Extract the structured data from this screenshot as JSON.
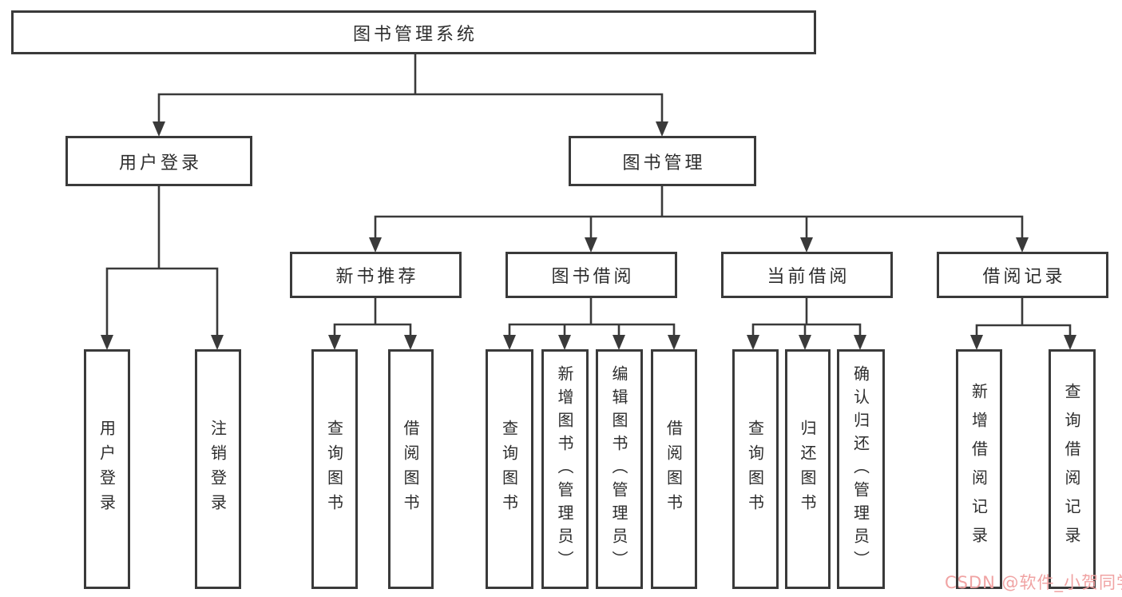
{
  "diagram": {
    "root": {
      "label": "图书管理系统"
    },
    "branches": [
      {
        "label": "用户登录",
        "children": [
          {
            "label": "用户登录"
          },
          {
            "label": "注销登录"
          }
        ]
      },
      {
        "label": "图书管理",
        "children": [
          {
            "label": "新书推荐",
            "children": [
              {
                "label": "查询图书"
              },
              {
                "label": "借阅图书"
              }
            ]
          },
          {
            "label": "图书借阅",
            "children": [
              {
                "label": "查询图书"
              },
              {
                "label": "新增图书（管理员）"
              },
              {
                "label": "编辑图书（管理员）"
              },
              {
                "label": "借阅图书"
              }
            ]
          },
          {
            "label": "当前借阅",
            "children": [
              {
                "label": "查询图书"
              },
              {
                "label": "归还图书"
              },
              {
                "label": "确认归还（管理员）"
              }
            ]
          },
          {
            "label": "借阅记录",
            "children": [
              {
                "label": "新增借阅记录"
              },
              {
                "label": "查询借阅记录"
              }
            ]
          }
        ]
      }
    ]
  },
  "watermark": {
    "text": "CSDN @软件_小贺同学",
    "color": "#f0a3a3"
  },
  "colors": {
    "line": "#3a3a3a",
    "box_border": "#3a3a3a",
    "text": "#2d2d2d",
    "background": "#ffffff"
  }
}
